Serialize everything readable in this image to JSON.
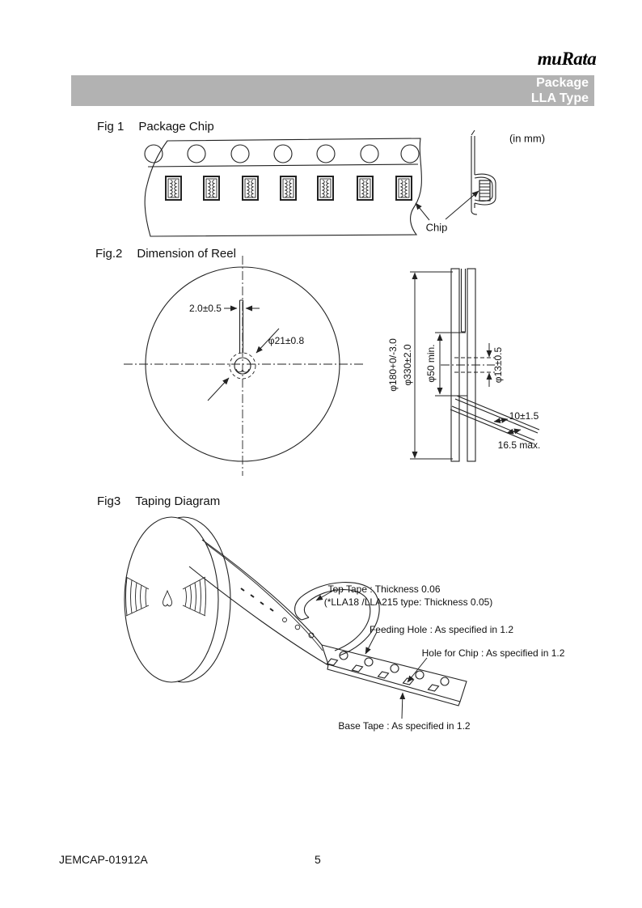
{
  "page": {
    "logo_text": "muRata",
    "header": {
      "product": "Package",
      "type": "LLA Type"
    },
    "footer": {
      "doc_number": "JEMCAP-01912A",
      "page_number": "5"
    }
  },
  "fig1": {
    "label": "Fig 1",
    "title": "Package Chip",
    "unit_note": "(in mm)",
    "chip_callout": "Chip"
  },
  "fig2": {
    "label": "Fig.2",
    "title": "Dimension of Reel",
    "dimensions": {
      "slot_width": "2.0±0.5",
      "center_hole_diameter": "φ21±0.8",
      "reel_diameter_180": "φ180+0/-3.0",
      "reel_diameter_330": "φ330±2.0",
      "hub_diameter": "φ50 min.",
      "spindle_hole_diameter": "φ13±0.5",
      "tape_width": "10±1.5",
      "flange_width": "16.5 max."
    }
  },
  "fig3": {
    "label": "Fig3",
    "title": "Taping Diagram",
    "callouts": {
      "top_tape": "Top Tape : Thickness 0.06",
      "top_tape_note": "(*LLA18 /LLA215 type: Thickness 0.05)",
      "feeding_hole": "Feeding Hole : As specified in 1.2",
      "hole_for_chip": "Hole for Chip : As specified in 1.2",
      "base_tape": "Base Tape : As specified in 1.2"
    }
  }
}
